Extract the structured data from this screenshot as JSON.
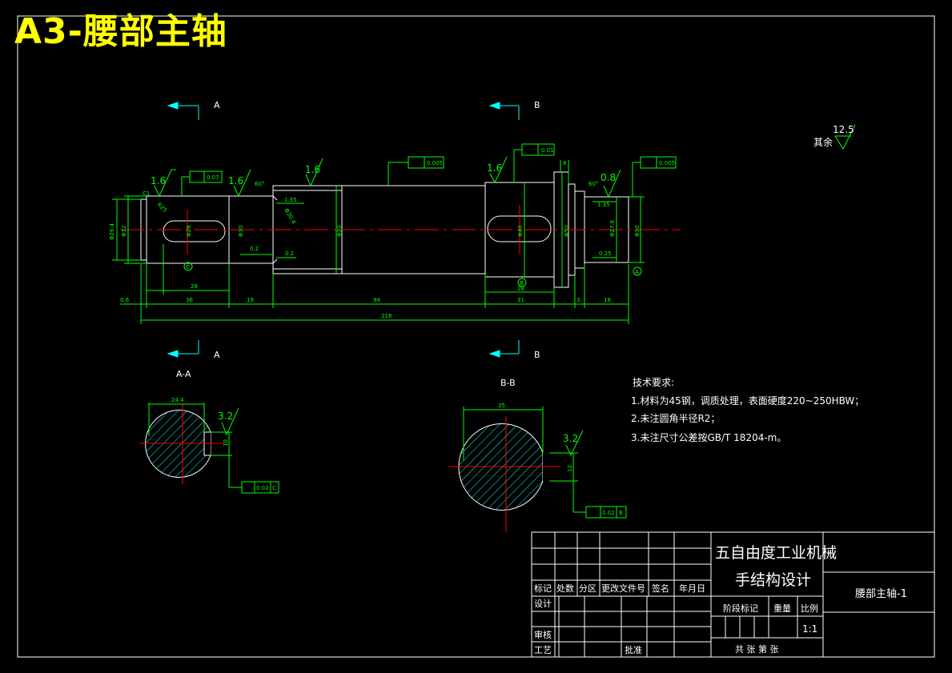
{
  "banner": {
    "title": "A3-腰部主轴"
  },
  "sections": {
    "cut_a": "A",
    "cut_b": "B",
    "view_aa": "A-A",
    "view_bb": "B-B"
  },
  "surface_finish": {
    "note_label": "其余",
    "note_value": "12.5",
    "marks": [
      "1.6",
      "1.6",
      "1.6",
      "1.6",
      "0.8",
      "3.2",
      "3.2"
    ]
  },
  "dimensions": {
    "d_26_4": "Φ26.4",
    "d_32": "Φ32",
    "d_28": "Φ28",
    "d_30a": "Φ30",
    "d_30b": "Φ30",
    "d_30c": "Φ30",
    "d_40": "Φ40",
    "d_50": "Φ50",
    "d_27_6": "Φ27.6",
    "d_30_4": "Φ30.4",
    "r25": "R25",
    "len_0_6": "0.6",
    "len_36": "36",
    "len_28a": "28",
    "len_18a": "18",
    "len_94": "94",
    "len_28b": "28",
    "len_31": "31",
    "len_3": "3",
    "len_18b": "18",
    "len_218": "218",
    "len_8": "8",
    "len_1_35a": "1.35",
    "len_1_35b": "1.35",
    "len_0_2a": "0.2",
    "len_0_2b": "0.2",
    "len_0_25": "0.25",
    "chamfer_a": "60°",
    "chamfer_b": "60°",
    "aa_width": "24.4",
    "aa_slot": "10",
    "bb_width": "35",
    "bb_slot": "12",
    "c1": "C1"
  },
  "tolerances": {
    "runout_1": "0.07",
    "runout_2": "0.005",
    "runout_3": "0.01",
    "runout_4": "0.005",
    "sym_aa": "0.02",
    "sym_aa_ref": "C",
    "sym_bb": "0.02",
    "sym_bb_ref": "B",
    "datum_c": "C",
    "datum_b": "B",
    "datum_a": "A"
  },
  "tech_requirements": {
    "heading": "技术要求:",
    "items": [
      "1.材料为45钢，调质处理，表面硬度220~250HBW；",
      "2.未注圆角半径R2；",
      "3.未注尺寸公差按GB/T 18204-m。"
    ]
  },
  "title_block": {
    "project_line1": "五自由度工业机械",
    "project_line2": "手结构设计",
    "drawing_name": "腰部主轴-1",
    "headers": [
      "标记",
      "处数",
      "分区",
      "更改文件号",
      "签名",
      "年月日"
    ],
    "row_design": "设计",
    "row_review": "审核",
    "row_process": "工艺",
    "row_approve": "批准",
    "stage_label": "阶段标记",
    "weight_label": "重量",
    "scale_label": "比例",
    "scale_value": "1:1",
    "sheets_label": "共    张 第    张"
  },
  "colors": {
    "background": "#000000",
    "outline": "#ffffff",
    "dimension": "#00ff00",
    "centerline": "#ff0000",
    "section_arrow": "#00ffff",
    "banner": "#ffff00"
  }
}
